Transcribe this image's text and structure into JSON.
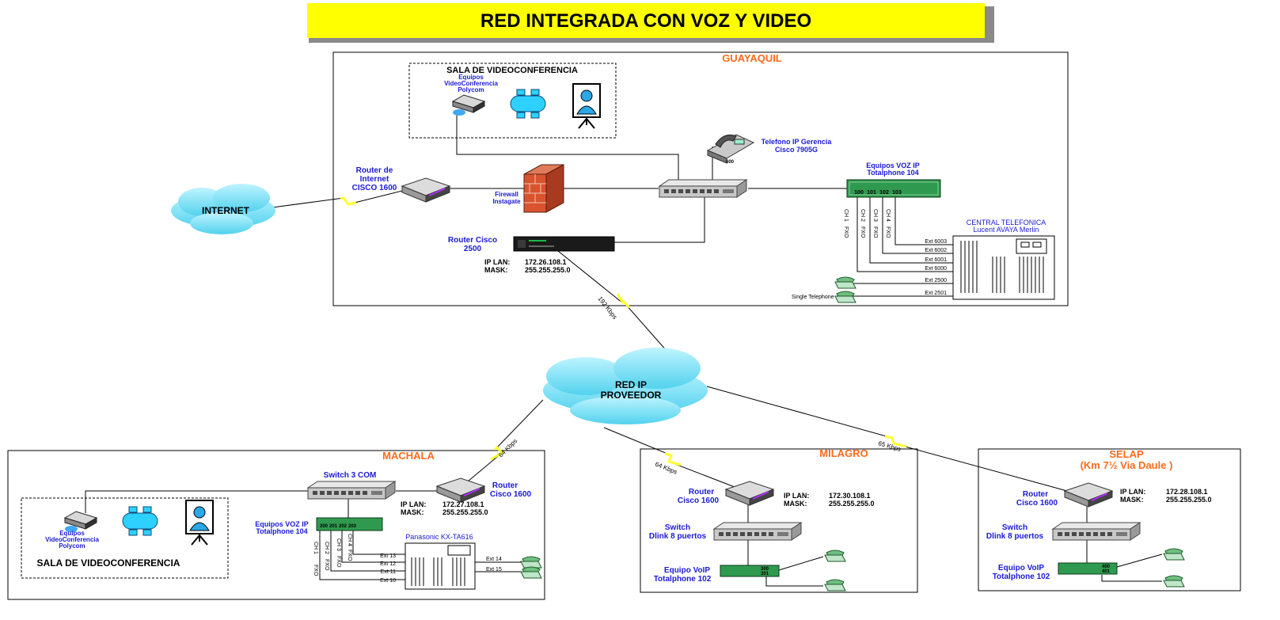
{
  "title": "RED INTEGRADA CON VOZ Y VIDEO",
  "colors": {
    "title_bg": "#ffff00",
    "site_label": "#ff6a1a",
    "device_label": "#1a1ad6",
    "cloud": "#7fe3f5",
    "link": "#ffff33",
    "voip": "#2f9a4f"
  },
  "internet": {
    "label": "INTERNET"
  },
  "provider": {
    "label_1": "RED IP",
    "label_2": "PROVEEDOR"
  },
  "guayaquil": {
    "site": "GUAYAQUIL",
    "sala_title": "SALA DE VIDEOCONFERENCIA",
    "vc_label_1": "Equipos",
    "vc_label_2": "VideoConferencia",
    "vc_label_3": "Polycom",
    "router_inet_1": "Router de",
    "router_inet_2": "Internet",
    "router_inet_3": "CISCO 1600",
    "firewall_1": "Firewall",
    "firewall_2": "Instagate",
    "phone_1": "Telefono IP Gerencia",
    "phone_2": "Cisco 7905G",
    "phone_ext": "600",
    "voip_1": "Equipos  VOZ IP",
    "voip_2": "Totalphone 104",
    "voip_ports": [
      "100",
      "101",
      "102",
      "103"
    ],
    "channels": [
      {
        "ch": "CH 1",
        "fx": "FXO"
      },
      {
        "ch": "CH 2",
        "fx": "FXO"
      },
      {
        "ch": "CH 3",
        "fx": "FXO"
      },
      {
        "ch": "CH 4",
        "fx": "FXO"
      }
    ],
    "router2500_1": "Router  Cisco",
    "router2500_2": "2500",
    "ip_label": "IP LAN:",
    "ip_value": "172.26.108.1",
    "mask_label": "MASK:",
    "mask_value": "255.255.255.0",
    "pbx_1": "CENTRAL TELEFONICA",
    "pbx_2": "Lucent AVAYA Merlin",
    "exts": [
      "Ext 6003",
      "Ext 6002",
      "Ext 6001",
      "Ext 6000",
      "Ext 2500",
      "Ext 2501"
    ],
    "single_phone": "Single Telephone",
    "link_speed": "192 Kbps"
  },
  "machala": {
    "site": "MACHALA",
    "switch": "Switch 3 COM",
    "router_1": "Router",
    "router_2": "Cisco 1600",
    "ip_label": "IP LAN:",
    "ip_value": "172.27.108.1",
    "mask_label": "MASK:",
    "mask_value": "255.255.255.0",
    "vc_label_1": "Equipos",
    "vc_label_2": "VideoConferencia",
    "vc_label_3": "Polycom",
    "sala_title": "SALA DE VIDEOCONFERENCIA",
    "voip_1": "Equipos  VOZ IP",
    "voip_2": "Totalphone 104",
    "voip_ports": [
      "200",
      "201",
      "202",
      "203"
    ],
    "pbx": "Panasonic KX-TA616",
    "exts_left": [
      "Ext 13",
      "Ext 12",
      "Ext 11",
      "Ext 10"
    ],
    "exts_right": [
      "Ext 14",
      "Ext 15"
    ],
    "link_speed": "64 Kbps"
  },
  "milagro": {
    "site": "MILAGRO",
    "router_1": "Router",
    "router_2": "Cisco 1600",
    "ip_label": "IP LAN:",
    "ip_value": "172.30.108.1",
    "mask_label": "MASK:",
    "mask_value": "255.255.255.0",
    "switch_1": "Switch",
    "switch_2": "Dlink 8 puertos",
    "voip_1": "Equipo VoIP",
    "voip_2": "Totalphone 102",
    "voip_ports": [
      "300",
      "301"
    ],
    "link_speed": "64 Kbps"
  },
  "selap": {
    "site_1": "SELAP",
    "site_2": "(Km 7½ Via Daule )",
    "router_1": "Router",
    "router_2": "Cisco 1600",
    "ip_label": "IP LAN:",
    "ip_value": "172.28.108.1",
    "mask_label": "MASK:",
    "mask_value": "255.255.255.0",
    "switch_1": "Switch",
    "switch_2": "Dlink 8 puertos",
    "voip_1": "Equipo VoIP",
    "voip_2": "Totalphone 102",
    "voip_ports": [
      "400",
      "401"
    ],
    "link_speed": "65 Kbps"
  }
}
